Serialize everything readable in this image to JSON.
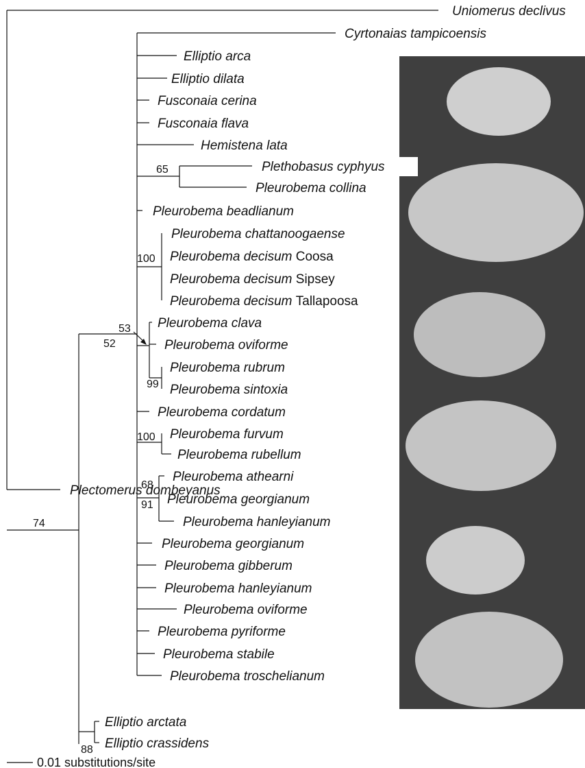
{
  "colors": {
    "line": "#111111",
    "photo_bg": "#3f3f3f",
    "shell": "#c9c9c9"
  },
  "taxa": [
    {
      "genus_species": "Uniomerus declivus",
      "suffix": ""
    },
    {
      "genus_species": "Cyrtonaias tampicoensis",
      "suffix": ""
    },
    {
      "genus_species": "Elliptio arca",
      "suffix": ""
    },
    {
      "genus_species": "Elliptio dilata",
      "suffix": ""
    },
    {
      "genus_species": "Fusconaia cerina",
      "suffix": ""
    },
    {
      "genus_species": "Fusconaia flava",
      "suffix": ""
    },
    {
      "genus_species": "Hemistena lata",
      "suffix": ""
    },
    {
      "genus_species": "Plethobasus cyphyus",
      "suffix": ""
    },
    {
      "genus_species": "Pleurobema collina",
      "suffix": ""
    },
    {
      "genus_species": "Pleurobema beadlianum",
      "suffix": ""
    },
    {
      "genus_species": "Pleurobema chattanoogaense",
      "suffix": ""
    },
    {
      "genus_species": "Pleurobema decisum",
      "suffix": "Coosa"
    },
    {
      "genus_species": "Pleurobema decisum",
      "suffix": "Sipsey"
    },
    {
      "genus_species": "Pleurobema decisum",
      "suffix": "Tallapoosa"
    },
    {
      "genus_species": "Pleurobema clava",
      "suffix": ""
    },
    {
      "genus_species": "Pleurobema oviforme",
      "suffix": ""
    },
    {
      "genus_species": "Pleurobema rubrum",
      "suffix": ""
    },
    {
      "genus_species": "Pleurobema sintoxia",
      "suffix": ""
    },
    {
      "genus_species": "Pleurobema cordatum",
      "suffix": ""
    },
    {
      "genus_species": "Pleurobema furvum",
      "suffix": ""
    },
    {
      "genus_species": "Pleurobema rubellum",
      "suffix": ""
    },
    {
      "genus_species": "Pleurobema athearni",
      "suffix": ""
    },
    {
      "genus_species": "Pleurobema georgianum",
      "suffix": ""
    },
    {
      "genus_species": "Pleurobema hanleyianum",
      "suffix": ""
    },
    {
      "genus_species": "Pleurobema georgianum",
      "suffix": ""
    },
    {
      "genus_species": "Pleurobema gibberum",
      "suffix": ""
    },
    {
      "genus_species": "Pleurobema hanleyianum",
      "suffix": ""
    },
    {
      "genus_species": "Pleurobema oviforme",
      "suffix": ""
    },
    {
      "genus_species": "Pleurobema pyriforme",
      "suffix": ""
    },
    {
      "genus_species": "Pleurobema stabile",
      "suffix": ""
    },
    {
      "genus_species": "Pleurobema troschelianum",
      "suffix": ""
    },
    {
      "genus_species": "Elliptio arctata",
      "suffix": ""
    },
    {
      "genus_species": "Elliptio crassidens",
      "suffix": ""
    },
    {
      "genus_species": "Plectomerus dombeyanus",
      "suffix": ""
    }
  ],
  "support_values": [
    "65",
    "100",
    "53",
    "52",
    "99",
    "100",
    "68",
    "91",
    "74",
    "88"
  ],
  "scale_bar": {
    "label": "0.01 substitutions/site"
  }
}
